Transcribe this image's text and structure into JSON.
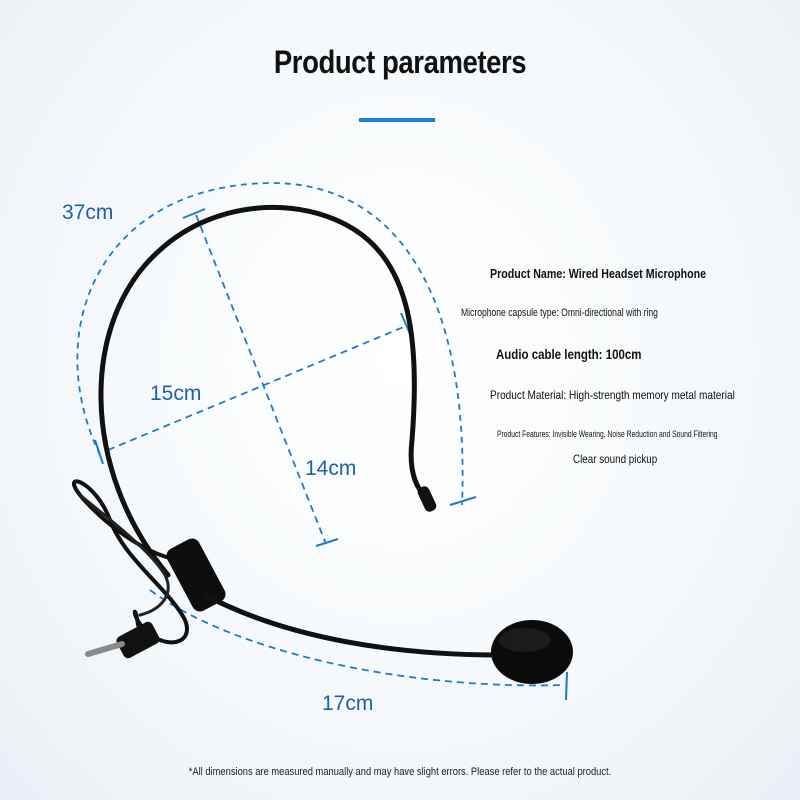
{
  "title": "Product parameters",
  "dimensions": {
    "arc_length": "37cm",
    "width": "15cm",
    "height": "14cm",
    "boom_length": "17cm"
  },
  "specs": {
    "product_name": "Product Name: Wired Headset Microphone",
    "capsule_type": "Microphone capsule type: Omni-directional with ring",
    "cable_length": "Audio cable length: 100cm",
    "material": "Product Material: High-strength memory metal material",
    "features": "Product Features: Invisible Wearing, Noise Reduction and Sound Filtering",
    "pickup": "Clear sound pickup"
  },
  "footnote": "*All dimensions are measured manually and may have slight errors. Please refer to the actual product.",
  "colors": {
    "accent": "#1a7fd6",
    "dimension_lines": "#1f78d1",
    "headset": "#111111"
  }
}
